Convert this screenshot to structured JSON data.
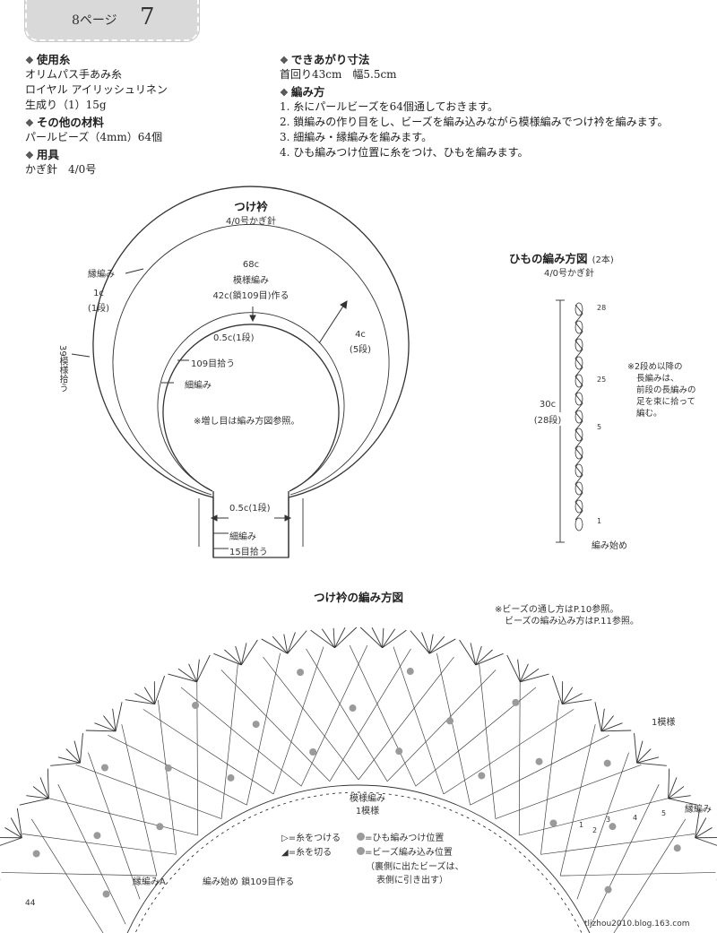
{
  "header": {
    "page_ref": "8ページ",
    "number": "7"
  },
  "materials": {
    "yarn_heading": "使用糸",
    "yarn_lines": [
      "オリムパス手あみ糸",
      "ロイヤル アイリッシュリネン",
      "生成り（1）15g"
    ],
    "other_heading": "その他の材料",
    "other_lines": [
      "パールビーズ（4mm）64個"
    ],
    "tools_heading": "用具",
    "tools_lines": [
      "かぎ針　4/0号"
    ]
  },
  "finished": {
    "heading": "できあがり寸法",
    "text": "首回り43cm　幅5.5cm"
  },
  "method": {
    "heading": "編み方",
    "steps": [
      "1. 糸にパールビーズを64個通しておきます。",
      "2. 鎖編みの作り目をし、ビーズを編み込みながら模様編みでつけ衿を編みます。",
      "3. 細編み・縁編みを編みます。",
      "4. ひも編みつけ位置に糸をつけ、ひもを編みます。"
    ]
  },
  "collar": {
    "title": "つけ衿",
    "hook": "4/0号かぎ針",
    "edge": "縁編み",
    "c68": "68c",
    "pattern": "模様編み",
    "c1": "1c",
    "row1": "(1段)",
    "c42": "42c(鎖109目)作る",
    "c05a": "0.5c(1段)",
    "c4": "4c",
    "row5": "(5段)",
    "side39": "39模様拾う",
    "pick109": "109目拾う",
    "sc": "細編み",
    "note": "※増し目は編み方図参照。",
    "c05b": "0.5c(1段)",
    "sc2": "細編み",
    "pick15": "15目拾う"
  },
  "string": {
    "title": "ひもの編み方図",
    "count": "(2本)",
    "hook": "4/0号かぎ針",
    "len": "30c",
    "rows": "(28段)",
    "r28": "28",
    "r25": "25",
    "r5": "5",
    "r1": "1",
    "note": [
      "※2段め以降の",
      "長編みは、",
      "前段の長編みの",
      "足を束に拾って",
      "編む。"
    ],
    "start": "編み始め"
  },
  "chart": {
    "title": "つけ衿の編み方図",
    "note1": "※ビーズの通し方はP.10参照。",
    "note2": "ビーズの編み込み方はP.11参照。",
    "one_pattern": "1模様",
    "pattern": "模様編み",
    "one_pattern2": "1模様",
    "edge": "縁編み",
    "n1": "1",
    "n2": "2",
    "n3": "3",
    "n4": "4",
    "n5": "5",
    "edge_a": "縁編みA",
    "start": "編み始め 鎖109目作る"
  },
  "legend": {
    "attach": "=糸をつける",
    "cut": "=糸を切る",
    "string_pos": "=ひも編みつけ位置",
    "bead_pos": "=ビーズ編み込み位置",
    "bead_note1": "（裏側に出たビーズは、",
    "bead_note2": "表側に引き出す）"
  },
  "footer": {
    "page_no": "44",
    "source": "tljzhou2010.blog.163.com"
  },
  "colors": {
    "tab": "#d9d9d9",
    "bead": "#9a9a9a",
    "line": "#333333"
  }
}
